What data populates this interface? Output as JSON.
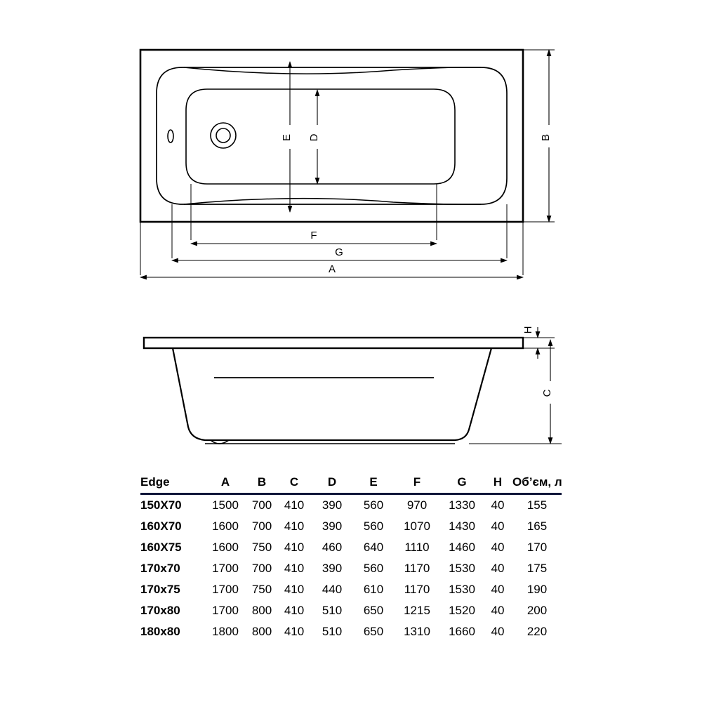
{
  "document": {
    "kind": "technical-drawing",
    "product_line": "Edge"
  },
  "plan_view": {
    "name": "bathtub-plan-view",
    "dimension_labels": {
      "A": "A",
      "B": "B",
      "D": "D",
      "E": "E",
      "F": "F",
      "G": "G"
    },
    "features": {
      "overflow": "overflow-hole",
      "drain": "drain-hole"
    }
  },
  "elevation_view": {
    "name": "bathtub-side-elevation",
    "dimension_labels": {
      "C": "C",
      "H": "H"
    }
  },
  "table": {
    "name": "dimension-table",
    "headers": [
      "Edge",
      "A",
      "B",
      "C",
      "D",
      "E",
      "F",
      "G",
      "H",
      "Об’єм, л"
    ],
    "rows": [
      {
        "model": "150X70",
        "A": "1500",
        "B": "700",
        "C": "410",
        "D": "390",
        "E": "560",
        "F": "970",
        "G": "1330",
        "H": "40",
        "volume": "155"
      },
      {
        "model": "160X70",
        "A": "1600",
        "B": "700",
        "C": "410",
        "D": "390",
        "E": "560",
        "F": "1070",
        "G": "1430",
        "H": "40",
        "volume": "165"
      },
      {
        "model": "160X75",
        "A": "1600",
        "B": "750",
        "C": "410",
        "D": "460",
        "E": "640",
        "F": "1110",
        "G": "1460",
        "H": "40",
        "volume": "170"
      },
      {
        "model": "170x70",
        "A": "1700",
        "B": "700",
        "C": "410",
        "D": "390",
        "E": "560",
        "F": "1170",
        "G": "1530",
        "H": "40",
        "volume": "175"
      },
      {
        "model": "170x75",
        "A": "1700",
        "B": "750",
        "C": "410",
        "D": "440",
        "E": "610",
        "F": "1170",
        "G": "1530",
        "H": "40",
        "volume": "190"
      },
      {
        "model": "170x80",
        "A": "1700",
        "B": "800",
        "C": "410",
        "D": "510",
        "E": "650",
        "F": "1215",
        "G": "1520",
        "H": "40",
        "volume": "200"
      },
      {
        "model": "180x80",
        "A": "1800",
        "B": "800",
        "C": "410",
        "D": "510",
        "E": "650",
        "F": "1310",
        "G": "1660",
        "H": "40",
        "volume": "220"
      }
    ]
  },
  "colors": {
    "line": "#000000",
    "table_rule": "#10163a",
    "background": "#ffffff"
  }
}
